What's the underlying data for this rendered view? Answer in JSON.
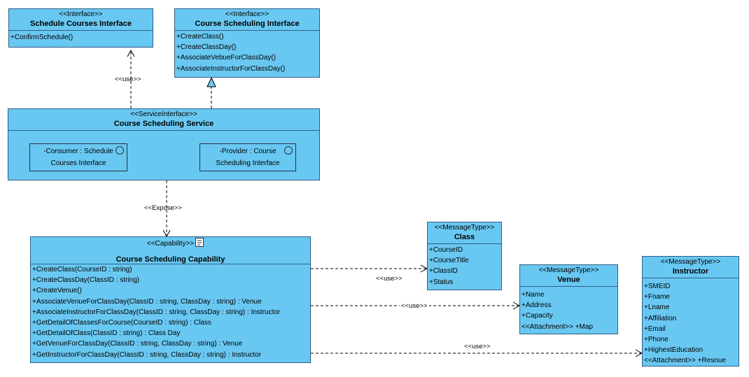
{
  "sched_courses_iface": {
    "stereotype": "<<Interface>>",
    "name": "Schedule Courses Interface",
    "ops": [
      "+ConfirmSchedule()"
    ]
  },
  "course_sched_iface": {
    "stereotype": "<<Interface>>",
    "name": "Course Scheduling Interface",
    "ops": [
      "+CreateClass()",
      "+CreateClassDay()",
      "+AssociateVebueForClassDay()",
      "+AssociateInstructorForClassDay()"
    ]
  },
  "service": {
    "stereotype": "<<ServiceInterface>>",
    "name": "Course Scheduling Service",
    "consumer_port": [
      "-Consumer : Schedule",
      "Courses Interface"
    ],
    "provider_port": [
      "-Provider : Course",
      "Scheduling Interface"
    ]
  },
  "capability": {
    "stereotype": "<<Capability>>",
    "name": "Course Scheduling Capability",
    "ops": [
      "+CreateClass(CourseID : string)",
      "+CreateClassDay(ClassID : string)",
      "+CreateVenue()",
      "+AssociateVenueForClassDay(ClassID : string, ClassDay : string) : Venue",
      "+AssociateInstructorForClassDay(ClassID : string, ClassDay : string) : Instructor",
      "+GetDetailOfClassesForCourse(CourseID : string) : Class",
      "+GetDetailOfClass(ClassID : string) : Class Day",
      "+GetVenueForClassDay(ClassID : string, ClassDay : string) : Venue",
      "+GetInstructorForClassDay(ClassID : string, ClassDay : string) : Instructor"
    ]
  },
  "class_msg": {
    "stereotype": "<<MessageType>>",
    "name": "Class",
    "attrs": [
      "+CourseID",
      "+CourseTitle",
      "+ClassID",
      "+Status"
    ]
  },
  "venue_msg": {
    "stereotype": "<<MessageType>>",
    "name": "Venue",
    "attrs": [
      "+Name",
      "+Address",
      "+Capacity",
      "<<Attachment>> +Map"
    ]
  },
  "instructor_msg": {
    "stereotype": "<<MessageType>>",
    "name": "Instructor",
    "attrs": [
      "+SMEID",
      "+Fname",
      "+Lname",
      "+Affiliation",
      "+Email",
      "+Phone",
      "+HighestEducation",
      "<<Attachment>> +Resnue"
    ]
  },
  "labels": {
    "use_top": "<<use>>",
    "expose": "<<Expose>>",
    "use_class": "<<use>>",
    "use_venue": "<<use>>",
    "use_instructor": "<<use>>"
  },
  "colors": {
    "box_fill": "#69c8f2",
    "box_border": "#2c5f86"
  }
}
